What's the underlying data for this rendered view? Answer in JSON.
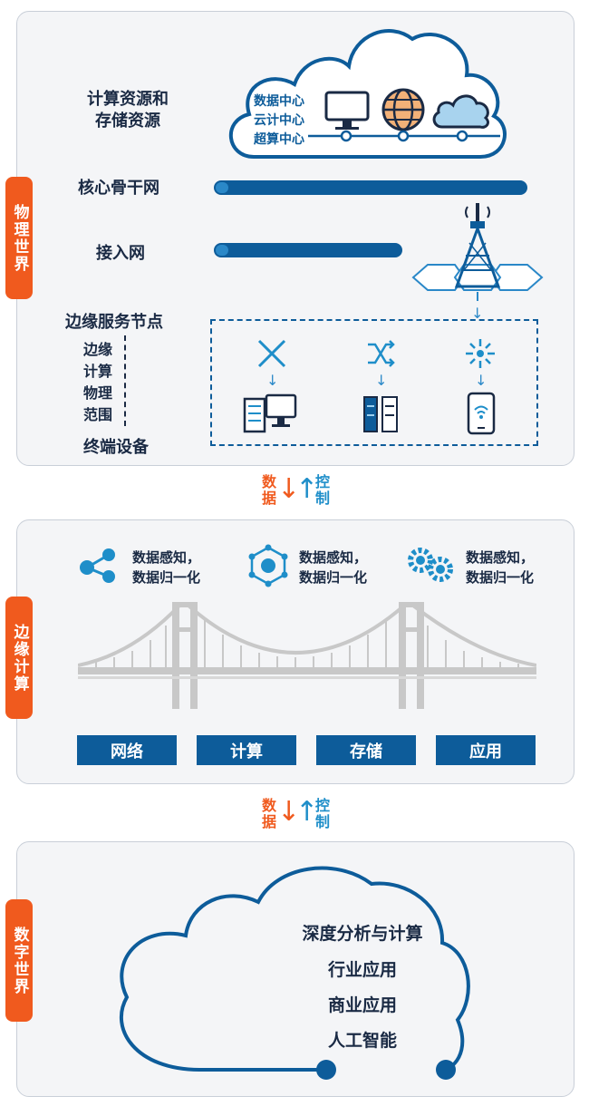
{
  "physical": {
    "tab": "物理世界",
    "compute_storage_label_1": "计算资源和",
    "compute_storage_label_2": "存储资源",
    "datacenters": [
      "数据中心",
      "云计中心",
      "超算中心"
    ],
    "core_network": "核心骨干网",
    "access_network": "接入网",
    "edge_node": "边缘服务节点",
    "edge_range": [
      "边缘",
      "计算",
      "物理",
      "范围"
    ],
    "terminal": "终端设备"
  },
  "flow1": {
    "data": "数据",
    "control": "控制"
  },
  "edge": {
    "tab": "边缘计算",
    "features": [
      {
        "icon": "share-icon",
        "line1": "数据感知，",
        "line2": "数据归一化"
      },
      {
        "icon": "network-hex-icon",
        "line1": "数据感知，",
        "line2": "数据归一化"
      },
      {
        "icon": "gears-icon",
        "line1": "数据感知，",
        "line2": "数据归一化"
      }
    ],
    "capabilities": [
      "网络",
      "计算",
      "存储",
      "应用"
    ]
  },
  "flow2": {
    "data": "数据",
    "control": "控制"
  },
  "digital": {
    "tab": "数字世界",
    "items": [
      "深度分析与计算",
      "行业应用",
      "商业应用",
      "人工智能"
    ]
  },
  "colors": {
    "accent": "#f05a1e",
    "primary": "#0d5c9a",
    "control": "#1e8ec9"
  }
}
